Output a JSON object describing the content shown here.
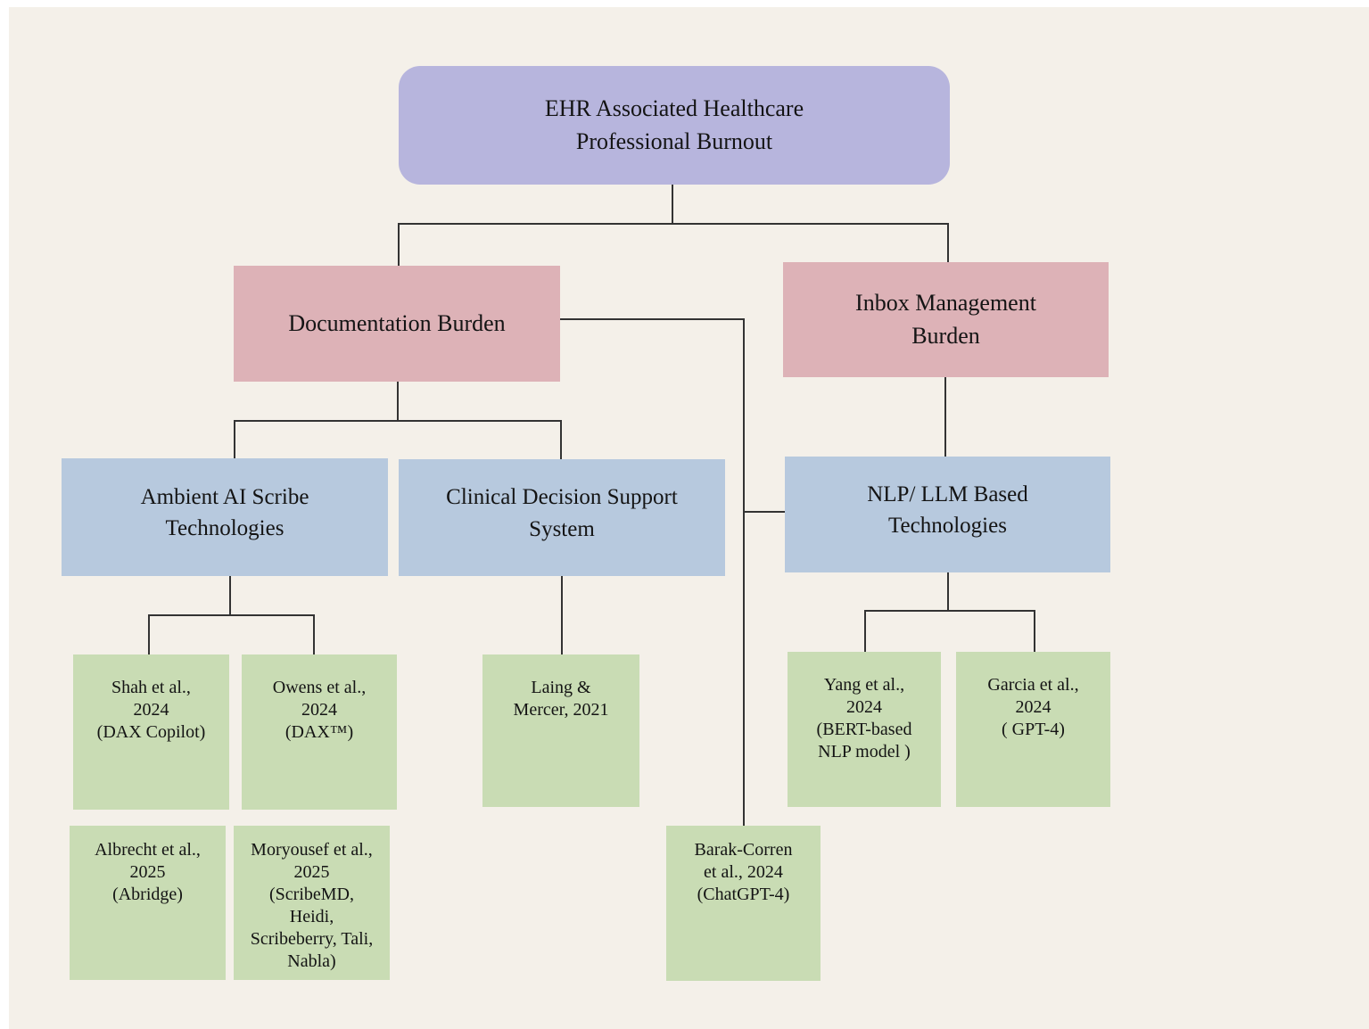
{
  "figure": {
    "description": "Flowchart of EHR associated burnout interventions and supporting studies"
  },
  "colors": {
    "background": "#f4f0e9",
    "root-fill": "#b7b5dd",
    "burden-fill": "#ddb2b7",
    "tech-fill": "#b7c9de",
    "study-fill": "#c9dcb4",
    "line": "#333333",
    "text": "#141414"
  },
  "nodes": {
    "root": {
      "label": "EHR Associated Healthcare\nProfessional Burnout"
    },
    "documentation_burden": {
      "label": "Documentation Burden"
    },
    "inbox_burden": {
      "label": "Inbox Management\nBurden"
    },
    "ambient_scribe": {
      "label": "Ambient AI Scribe\nTechnologies"
    },
    "cdss": {
      "label": "Clinical Decision Support\nSystem"
    },
    "nlp_llm": {
      "label": "NLP/ LLM Based\nTechnologies"
    },
    "shah": {
      "label": "Shah et al.,\n2024\n(DAX Copilot)"
    },
    "owens": {
      "label": "Owens et al.,\n2024\n(DAX™)"
    },
    "laing": {
      "label": "Laing &\nMercer, 2021"
    },
    "yang": {
      "label": "Yang et al.,\n2024\n(BERT-based\nNLP model )"
    },
    "garcia": {
      "label": "Garcia et al.,\n2024\n( GPT-4)"
    },
    "albrecht": {
      "label": "Albrecht et al.,\n2025\n(Abridge)"
    },
    "moryousef": {
      "label": "Moryousef et al.,\n2025\n(ScribeMD,\nHeidi,\nScribeberry, Tali,\nNabla)"
    },
    "barak_corren": {
      "label": "Barak-Corren\net al., 2024\n(ChatGPT-4)"
    }
  }
}
